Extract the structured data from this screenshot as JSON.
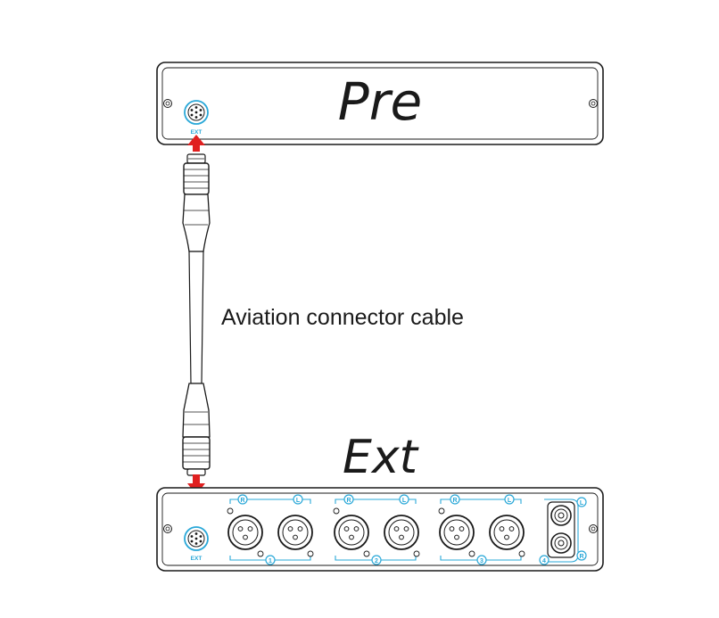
{
  "pre_unit": {
    "title": "Pre",
    "ext_label": "EXT"
  },
  "ext_unit": {
    "title": "Ext",
    "ext_label": "EXT",
    "xlr_groups": [
      {
        "number": "1",
        "left_tag": "R",
        "right_tag": "L"
      },
      {
        "number": "2",
        "left_tag": "R",
        "right_tag": "L"
      },
      {
        "number": "3",
        "left_tag": "R",
        "right_tag": "L"
      }
    ],
    "rca_group": {
      "number": "4",
      "top_tag": "L",
      "bottom_tag": "R"
    }
  },
  "cable": {
    "label": "Aviation connector cable"
  },
  "colors": {
    "outline": "#1a1a1a",
    "accent_blue": "#2aa8d8",
    "arrow_red": "#e02020",
    "cable_fill": "#ffffff"
  }
}
